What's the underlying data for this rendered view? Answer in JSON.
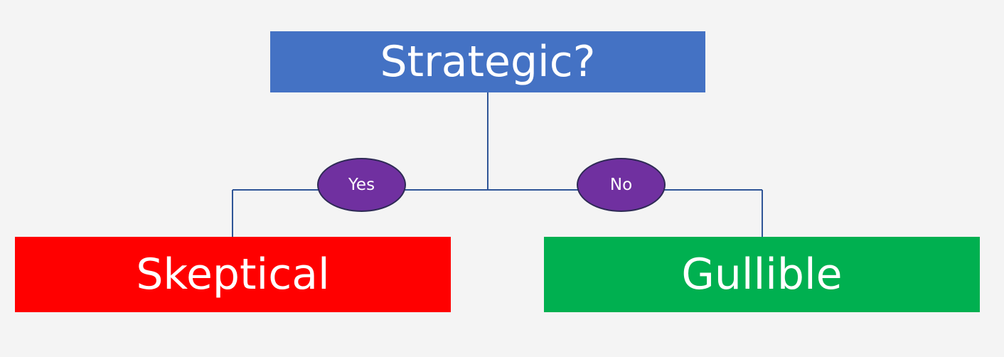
{
  "colors": {
    "background": "#f4f4f4",
    "root_fill": "#4472c4",
    "left_leaf_fill": "#ff0000",
    "right_leaf_fill": "#00b050",
    "edge_label_fill": "#7030a0",
    "connector": "#2f5597"
  },
  "root": {
    "label": "Strategic?"
  },
  "edges": {
    "yes": {
      "label": "Yes"
    },
    "no": {
      "label": "No"
    }
  },
  "leaves": {
    "left": {
      "label": "Skeptical"
    },
    "right": {
      "label": "Gullible"
    }
  }
}
